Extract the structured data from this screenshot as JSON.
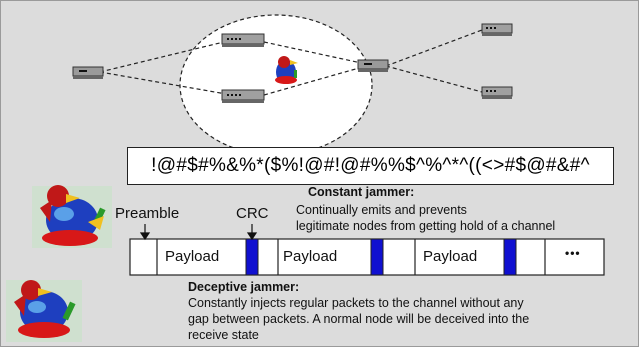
{
  "jam_string": "!@#$#%&%*($%!@#!@#%%$^%^*^((<>#$@#&#^",
  "labels": {
    "preamble": "Preamble",
    "crc": "CRC"
  },
  "constant": {
    "title": "Constant jammer:",
    "line1": "Continually emits and prevents",
    "line2": "legitimate nodes from getting hold of a channel"
  },
  "packets": {
    "payload": "Payload",
    "ellipsis": "•••"
  },
  "deceptive": {
    "title": "Deceptive jammer:",
    "line1": "Constantly injects regular packets to the channel without any",
    "line2": "gap between packets. A normal node will be deceived into the",
    "line3": "receive state"
  },
  "colors": {
    "background": "#dcdcdc",
    "crc_block": "#1010d0",
    "ellipse": "#ffffff"
  }
}
